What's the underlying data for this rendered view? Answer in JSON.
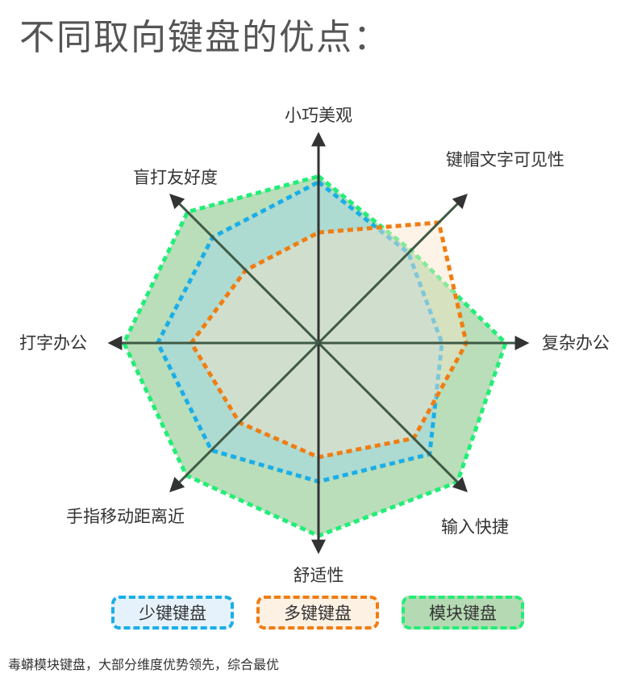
{
  "title": "不同取向键盘的优点：",
  "footnote": "毒蟒模块键盘，大部分维度优势领先，综合最优",
  "chart_data": {
    "type": "radar",
    "title": "不同取向键盘的优点：",
    "axes": [
      "小巧美观",
      "键帽文字可见性",
      "复杂办公",
      "输入快捷",
      "舒适性",
      "手指移动距离近",
      "打字办公",
      "盲打友好度"
    ],
    "max": 10,
    "grid": false,
    "legend_position": "bottom",
    "series": [
      {
        "name": "模块键盘",
        "stroke": "#22ee77",
        "fill": "#8ec98e",
        "fill_opacity": 0.62,
        "values": [
          8.9,
          7.0,
          10.0,
          10.5,
          10.3,
          10.0,
          10.4,
          9.9
        ]
      },
      {
        "name": "少键键盘",
        "stroke": "#1aaee8",
        "fill": "#9fd4f0",
        "fill_opacity": 0.45,
        "values": [
          8.6,
          6.8,
          6.6,
          8.4,
          7.4,
          8.1,
          8.6,
          8.0
        ]
      },
      {
        "name": "多键键盘",
        "stroke": "#f07d12",
        "fill": "#fbe4c8",
        "fill_opacity": 0.45,
        "values": [
          5.9,
          9.1,
          7.9,
          7.2,
          6.1,
          6.0,
          6.8,
          5.5
        ]
      }
    ]
  },
  "legend": [
    {
      "label": "少键键盘",
      "border": "#1aaee8",
      "background": "#e6f2fb"
    },
    {
      "label": "多键键盘",
      "border": "#f07d12",
      "background": "#fdf1e4"
    },
    {
      "label": "模块键盘",
      "border": "#22ee77",
      "background": "#b5d9b3"
    }
  ]
}
